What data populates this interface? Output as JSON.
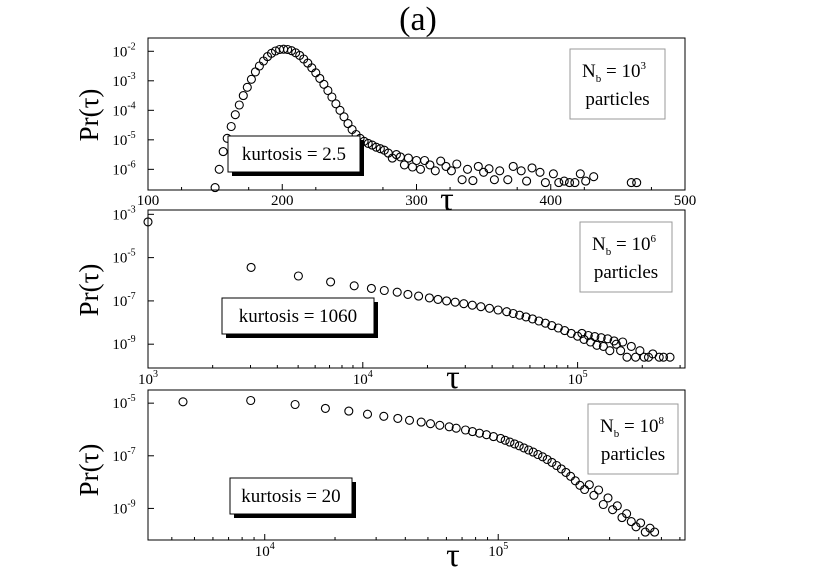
{
  "figure": {
    "title": "(a)"
  },
  "chart_data": [
    {
      "type": "scatter",
      "ylabel": "Pr(τ)",
      "xlabel": "τ",
      "x_scale": "linear",
      "y_scale": "log",
      "xlim": [
        100,
        500
      ],
      "ylim_log10": [
        -6.7,
        -1.55
      ],
      "x_ticks": [
        {
          "value": 100,
          "label": "100"
        },
        {
          "value": 200,
          "label": "200"
        },
        {
          "value": 300,
          "label": "300"
        },
        {
          "value": 400,
          "label": "400"
        },
        {
          "value": 500,
          "label": "500"
        }
      ],
      "y_ticks": [
        {
          "exp": -2,
          "base": "10",
          "sup": "-2"
        },
        {
          "exp": -3,
          "base": "10",
          "sup": "-3"
        },
        {
          "exp": -4,
          "base": "10",
          "sup": "-4"
        },
        {
          "exp": -5,
          "base": "10",
          "sup": "-5"
        },
        {
          "exp": -6,
          "base": "10",
          "sup": "-6"
        }
      ],
      "annotation": "kurtosis = 2.5",
      "legend": {
        "lead": "N",
        "sub": "b",
        "mid": " = 10",
        "sup": "3",
        "line2": "particles"
      },
      "points": [
        [
          150,
          -6.62
        ],
        [
          153,
          -6.0
        ],
        [
          156,
          -5.4
        ],
        [
          159,
          -4.95
        ],
        [
          162,
          -4.55
        ],
        [
          165,
          -4.15
        ],
        [
          168,
          -3.82
        ],
        [
          171,
          -3.5
        ],
        [
          174,
          -3.22
        ],
        [
          177,
          -2.95
        ],
        [
          180,
          -2.7
        ],
        [
          183,
          -2.5
        ],
        [
          186,
          -2.33
        ],
        [
          189,
          -2.18
        ],
        [
          192,
          -2.07
        ],
        [
          195,
          -1.99
        ],
        [
          198,
          -1.94
        ],
        [
          201,
          -1.93
        ],
        [
          204,
          -1.94
        ],
        [
          207,
          -1.98
        ],
        [
          210,
          -2.05
        ],
        [
          213,
          -2.14
        ],
        [
          216,
          -2.26
        ],
        [
          219,
          -2.4
        ],
        [
          222,
          -2.56
        ],
        [
          225,
          -2.73
        ],
        [
          228,
          -2.92
        ],
        [
          231,
          -3.12
        ],
        [
          234,
          -3.33
        ],
        [
          237,
          -3.55
        ],
        [
          240,
          -3.78
        ],
        [
          243,
          -4.0
        ],
        [
          246,
          -4.22
        ],
        [
          249,
          -4.45
        ],
        [
          252,
          -4.65
        ],
        [
          255,
          -4.82
        ],
        [
          258,
          -4.95
        ],
        [
          261,
          -5.05
        ],
        [
          264,
          -5.12
        ],
        [
          267,
          -5.18
        ],
        [
          270,
          -5.25
        ],
        [
          273,
          -5.3
        ],
        [
          276,
          -5.35
        ],
        [
          279,
          -5.45
        ],
        [
          282,
          -5.62
        ],
        [
          285,
          -5.5
        ],
        [
          288,
          -5.58
        ],
        [
          291,
          -5.85
        ],
        [
          294,
          -5.62
        ],
        [
          297,
          -5.92
        ],
        [
          300,
          -5.7
        ],
        [
          303,
          -6.0
        ],
        [
          306,
          -5.7
        ],
        [
          310,
          -5.85
        ],
        [
          314,
          -6.05
        ],
        [
          318,
          -5.72
        ],
        [
          322,
          -5.9
        ],
        [
          326,
          -6.05
        ],
        [
          330,
          -5.82
        ],
        [
          334,
          -6.35
        ],
        [
          338,
          -6.0
        ],
        [
          342,
          -6.38
        ],
        [
          346,
          -5.9
        ],
        [
          350,
          -6.1
        ],
        [
          354,
          -5.98
        ],
        [
          358,
          -6.35
        ],
        [
          362,
          -6.05
        ],
        [
          368,
          -6.35
        ],
        [
          372,
          -5.9
        ],
        [
          378,
          -6.05
        ],
        [
          382,
          -6.4
        ],
        [
          386,
          -5.95
        ],
        [
          392,
          -6.1
        ],
        [
          396,
          -6.45
        ],
        [
          402,
          -6.15
        ],
        [
          406,
          -6.45
        ],
        [
          410,
          -6.4
        ],
        [
          414,
          -6.45
        ],
        [
          418,
          -6.45
        ],
        [
          422,
          -6.15
        ],
        [
          426,
          -6.4
        ],
        [
          432,
          -6.25
        ],
        [
          460,
          -6.45
        ],
        [
          464,
          -6.45
        ]
      ]
    },
    {
      "type": "scatter",
      "ylabel": "Pr(τ)",
      "xlabel": "τ",
      "x_scale": "log",
      "y_scale": "log",
      "xlim_log10": [
        3.0,
        5.5
      ],
      "ylim_log10": [
        -10.1,
        -2.8
      ],
      "x_ticks": [
        {
          "exp": 3,
          "base": "10",
          "sup": "3"
        },
        {
          "exp": 4,
          "base": "10",
          "sup": "4"
        },
        {
          "exp": 5,
          "base": "10",
          "sup": "5"
        }
      ],
      "y_ticks": [
        {
          "exp": -3,
          "base": "10",
          "sup": "-3"
        },
        {
          "exp": -5,
          "base": "10",
          "sup": "-5"
        },
        {
          "exp": -7,
          "base": "10",
          "sup": "-7"
        },
        {
          "exp": -9,
          "base": "10",
          "sup": "-9"
        }
      ],
      "annotation": "kurtosis = 1060",
      "legend": {
        "lead": "N",
        "sub": "b",
        "mid": " = 10",
        "sup": "6",
        "line2": "particles"
      },
      "points": [
        [
          3.0,
          -3.35
        ],
        [
          3.48,
          -5.45
        ],
        [
          3.7,
          -5.85
        ],
        [
          3.85,
          -6.12
        ],
        [
          3.96,
          -6.3
        ],
        [
          4.04,
          -6.42
        ],
        [
          4.1,
          -6.52
        ],
        [
          4.16,
          -6.6
        ],
        [
          4.21,
          -6.7
        ],
        [
          4.26,
          -6.78
        ],
        [
          4.31,
          -6.86
        ],
        [
          4.35,
          -6.93
        ],
        [
          4.39,
          -7.0
        ],
        [
          4.43,
          -7.06
        ],
        [
          4.47,
          -7.13
        ],
        [
          4.51,
          -7.2
        ],
        [
          4.55,
          -7.27
        ],
        [
          4.59,
          -7.34
        ],
        [
          4.63,
          -7.42
        ],
        [
          4.67,
          -7.5
        ],
        [
          4.7,
          -7.58
        ],
        [
          4.73,
          -7.66
        ],
        [
          4.76,
          -7.74
        ],
        [
          4.79,
          -7.83
        ],
        [
          4.82,
          -7.93
        ],
        [
          4.85,
          -8.03
        ],
        [
          4.88,
          -8.14
        ],
        [
          4.91,
          -8.25
        ],
        [
          4.94,
          -8.37
        ],
        [
          4.97,
          -8.5
        ],
        [
          5.0,
          -8.63
        ],
        [
          5.02,
          -8.5
        ],
        [
          5.03,
          -8.78
        ],
        [
          5.05,
          -8.6
        ],
        [
          5.06,
          -8.9
        ],
        [
          5.08,
          -8.65
        ],
        [
          5.09,
          -9.05
        ],
        [
          5.11,
          -8.7
        ],
        [
          5.12,
          -9.1
        ],
        [
          5.14,
          -8.75
        ],
        [
          5.15,
          -9.3
        ],
        [
          5.17,
          -8.85
        ],
        [
          5.18,
          -9.0
        ],
        [
          5.2,
          -9.3
        ],
        [
          5.21,
          -8.9
        ],
        [
          5.23,
          -9.6
        ],
        [
          5.25,
          -9.1
        ],
        [
          5.27,
          -9.6
        ],
        [
          5.29,
          -9.3
        ],
        [
          5.31,
          -9.6
        ],
        [
          5.33,
          -9.6
        ],
        [
          5.35,
          -9.45
        ],
        [
          5.38,
          -9.6
        ],
        [
          5.4,
          -9.6
        ],
        [
          5.43,
          -9.6
        ]
      ]
    },
    {
      "type": "scatter",
      "ylabel": "Pr(τ)",
      "xlabel": "τ",
      "x_scale": "log",
      "y_scale": "log",
      "xlim_log10": [
        3.5,
        5.8
      ],
      "ylim_log10": [
        -10.2,
        -4.5
      ],
      "x_ticks": [
        {
          "exp": 4,
          "base": "10",
          "sup": "4"
        },
        {
          "exp": 5,
          "base": "10",
          "sup": "5"
        }
      ],
      "y_ticks": [
        {
          "exp": -5,
          "base": "10",
          "sup": "-5"
        },
        {
          "exp": -7,
          "base": "10",
          "sup": "-7"
        },
        {
          "exp": -9,
          "base": "10",
          "sup": "-9"
        }
      ],
      "annotation": "kurtosis = 20",
      "legend": {
        "lead": "N",
        "sub": "b",
        "mid": " = 10",
        "sup": "8",
        "line2": "particles"
      },
      "points": [
        [
          3.65,
          -4.95
        ],
        [
          3.94,
          -4.9
        ],
        [
          4.13,
          -5.05
        ],
        [
          4.26,
          -5.2
        ],
        [
          4.36,
          -5.3
        ],
        [
          4.44,
          -5.42
        ],
        [
          4.51,
          -5.5
        ],
        [
          4.57,
          -5.58
        ],
        [
          4.62,
          -5.65
        ],
        [
          4.67,
          -5.72
        ],
        [
          4.71,
          -5.78
        ],
        [
          4.75,
          -5.84
        ],
        [
          4.79,
          -5.9
        ],
        [
          4.82,
          -5.95
        ],
        [
          4.86,
          -6.02
        ],
        [
          4.89,
          -6.08
        ],
        [
          4.92,
          -6.14
        ],
        [
          4.95,
          -6.2
        ],
        [
          4.98,
          -6.27
        ],
        [
          5.01,
          -6.34
        ],
        [
          5.03,
          -6.41
        ],
        [
          5.05,
          -6.48
        ],
        [
          5.07,
          -6.55
        ],
        [
          5.09,
          -6.62
        ],
        [
          5.11,
          -6.7
        ],
        [
          5.13,
          -6.78
        ],
        [
          5.15,
          -6.86
        ],
        [
          5.17,
          -6.95
        ],
        [
          5.19,
          -7.04
        ],
        [
          5.21,
          -7.14
        ],
        [
          5.23,
          -7.25
        ],
        [
          5.25,
          -7.37
        ],
        [
          5.27,
          -7.5
        ],
        [
          5.29,
          -7.63
        ],
        [
          5.31,
          -7.78
        ],
        [
          5.33,
          -7.95
        ],
        [
          5.35,
          -8.12
        ],
        [
          5.37,
          -8.28
        ],
        [
          5.39,
          -8.1
        ],
        [
          5.41,
          -8.5
        ],
        [
          5.43,
          -8.3
        ],
        [
          5.45,
          -8.85
        ],
        [
          5.47,
          -8.6
        ],
        [
          5.49,
          -9.05
        ],
        [
          5.51,
          -8.9
        ],
        [
          5.53,
          -9.35
        ],
        [
          5.55,
          -9.2
        ],
        [
          5.57,
          -9.5
        ],
        [
          5.59,
          -9.7
        ],
        [
          5.61,
          -9.55
        ],
        [
          5.63,
          -9.9
        ],
        [
          5.65,
          -9.75
        ],
        [
          5.67,
          -9.9
        ]
      ]
    }
  ]
}
